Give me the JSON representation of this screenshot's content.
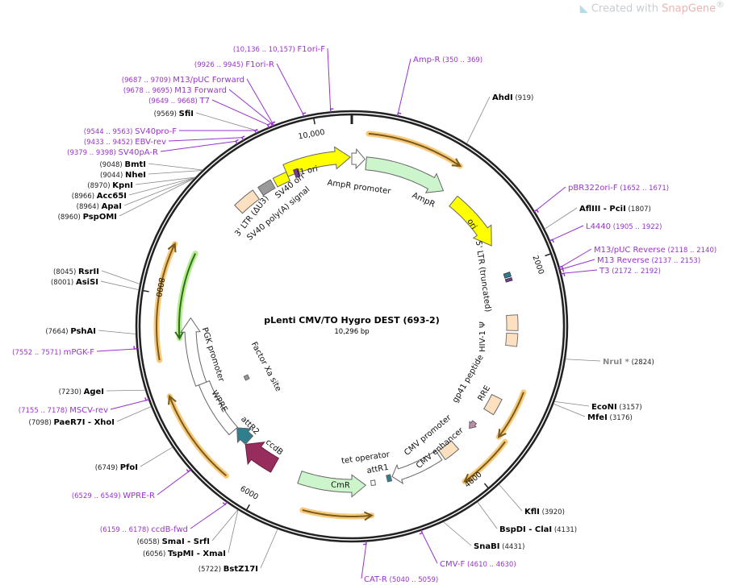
{
  "watermark": {
    "prefix": "Created with ",
    "brand": "SnapGene",
    "reg": "®"
  },
  "plasmid": {
    "title": "pLenti CMV/TO Hygro DEST (693-2)",
    "size": "10,296 bp",
    "length": 10296
  },
  "ticks": [
    "2000",
    "4000",
    "6000",
    "8000",
    "10,000"
  ],
  "colors": {
    "primer": "#9933cc",
    "site": "#000000",
    "dim_site": "#888888"
  },
  "sites": [
    {
      "name": "AhdI",
      "pos": "919"
    },
    {
      "name": "AflIII  - PciI",
      "pos": "1807"
    },
    {
      "name": "NruI *",
      "pos": "2824",
      "dim": true
    },
    {
      "name": "EcoNI",
      "pos": "3157"
    },
    {
      "name": "MfeI",
      "pos": "3176"
    },
    {
      "name": "KflI",
      "pos": "3920"
    },
    {
      "name": "BspDI  - ClaI",
      "pos": "4131"
    },
    {
      "name": "SnaBI",
      "pos": "4431"
    },
    {
      "name": "BstZ17I",
      "pos": "5722"
    },
    {
      "name": "TspMI  - XmaI",
      "pos": "6056"
    },
    {
      "name": "SmaI  - SrfI",
      "pos": "6058"
    },
    {
      "name": "PfoI",
      "pos": "6749"
    },
    {
      "name": "PaeR7I  - XhoI",
      "pos": "7098"
    },
    {
      "name": "AgeI",
      "pos": "7230"
    },
    {
      "name": "PshAI",
      "pos": "7664"
    },
    {
      "name": "AsiSI",
      "pos": "8001"
    },
    {
      "name": "RsrII",
      "pos": "8045"
    },
    {
      "name": "PspOMI",
      "pos": "8960"
    },
    {
      "name": "ApaI",
      "pos": "8964"
    },
    {
      "name": "Acc65I",
      "pos": "8966"
    },
    {
      "name": "KpnI",
      "pos": "8970"
    },
    {
      "name": "NheI",
      "pos": "9044"
    },
    {
      "name": "BmtI",
      "pos": "9048"
    },
    {
      "name": "SfiI",
      "pos": "9569"
    }
  ],
  "primers": [
    {
      "name": "Amp-R",
      "range": "350 .. 369"
    },
    {
      "name": "pBR322ori-F",
      "range": "1652 .. 1671"
    },
    {
      "name": "L4440",
      "range": "1905 .. 1922"
    },
    {
      "name": "M13/pUC Reverse",
      "range": "2118 .. 2140"
    },
    {
      "name": "M13 Reverse",
      "range": "2137 .. 2153"
    },
    {
      "name": "T3",
      "range": "2172 .. 2192"
    },
    {
      "name": "CMV-F",
      "range": "4610 .. 4630"
    },
    {
      "name": "CAT-R",
      "range": "5040 .. 5059"
    },
    {
      "name": "ccdB-fwd",
      "range": "6159 .. 6178"
    },
    {
      "name": "WPRE-R",
      "range": "6529 .. 6549"
    },
    {
      "name": "MSCV-rev",
      "range": "7155 .. 7178"
    },
    {
      "name": "mPGK-F",
      "range": "7552 .. 7571"
    },
    {
      "name": "SV40pA-R",
      "range": "9379 .. 9398"
    },
    {
      "name": "EBV-rev",
      "range": "9433 .. 9452"
    },
    {
      "name": "SV40pro-F",
      "range": "9544 .. 9563"
    },
    {
      "name": "T7",
      "range": "9649 .. 9668"
    },
    {
      "name": "M13 Forward",
      "range": "9678 .. 9695"
    },
    {
      "name": "M13/pUC Forward",
      "range": "9687 .. 9709"
    },
    {
      "name": "F1ori-R",
      "range": "9926 .. 9945"
    },
    {
      "name": "F1ori-F",
      "range": "10,136 .. 10,157"
    }
  ],
  "features": [
    {
      "name": "f1 ori",
      "color": "#ffff00"
    },
    {
      "name": "AmpR promoter",
      "color": "#ffffff"
    },
    {
      "name": "AmpR",
      "color": "#ccf5cc"
    },
    {
      "name": "ori",
      "color": "#ffff00"
    },
    {
      "name": "5' LTR (truncated)",
      "color": "#2f7f8f"
    },
    {
      "name": "HIV-1 Ψ",
      "color": "#fde0c0"
    },
    {
      "name": "RRE",
      "color": "#fde0c0"
    },
    {
      "name": "gp41 peptide",
      "color": "#c08aa8"
    },
    {
      "name": "CMV enhancer",
      "color": "#fde0c0"
    },
    {
      "name": "CMV promoter",
      "color": "#ffffff"
    },
    {
      "name": "attR1",
      "color": "#2f7f8f"
    },
    {
      "name": "tet operator",
      "color": "#ffffff"
    },
    {
      "name": "CmR",
      "color": "#ccf5cc"
    },
    {
      "name": "ccdB",
      "color": "#962d5c"
    },
    {
      "name": "attR2",
      "color": "#2f7f8f"
    },
    {
      "name": "WPRE",
      "color": "#ffffff"
    },
    {
      "name": "PGK promoter",
      "color": "#ffffff"
    },
    {
      "name": "Factor Xa site",
      "color": "#999999"
    },
    {
      "name": "3' LTR (ΔU3)",
      "color": "#fde0c0"
    },
    {
      "name": "SV40 poly(A) signal",
      "color": "#9a9a9a"
    },
    {
      "name": "SV40 ori",
      "color": "#ffff00"
    }
  ],
  "orf_colors": {
    "orf": "#7a5a1a",
    "orf_glow": "#f7c97a",
    "green_orf": "#2e6e1e",
    "green_glow": "#b6ee8e"
  }
}
